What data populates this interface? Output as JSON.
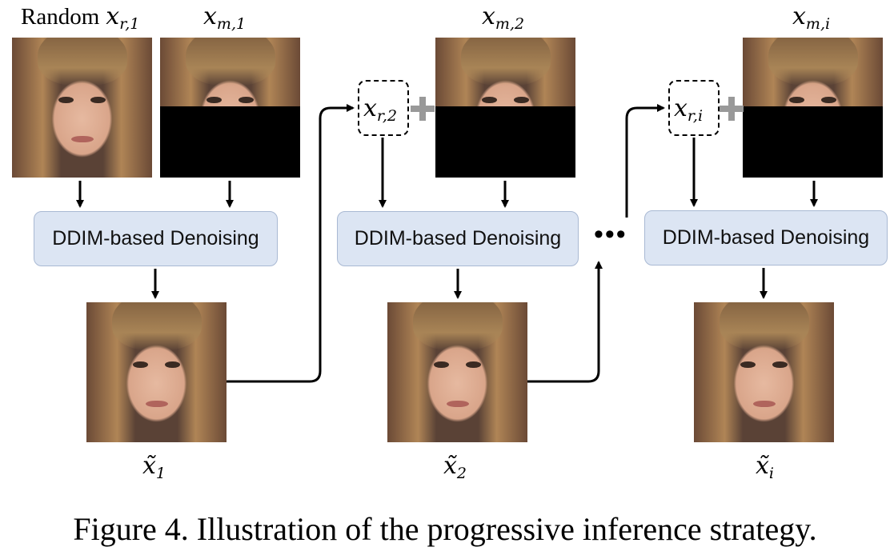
{
  "top_labels": {
    "random_prefix": "Random",
    "xr1": {
      "base": "x",
      "sub": "r,1"
    },
    "xm1": {
      "base": "x",
      "sub": "m,1"
    },
    "xm2": {
      "base": "x",
      "sub": "m,2"
    },
    "xmi": {
      "base": "x",
      "sub": "m,i"
    }
  },
  "dashed_boxes": {
    "xr2": {
      "base": "x",
      "sub": "r,2"
    },
    "xri": {
      "base": "x",
      "sub": "r,i"
    }
  },
  "denoiser_label": "DDIM-based Denoising",
  "outputs": [
    {
      "base": "x̃",
      "sub": "1"
    },
    {
      "base": "x̃",
      "sub": "2"
    },
    {
      "base": "x̃",
      "sub": "i"
    }
  ],
  "ellipsis": "•••",
  "caption": "Figure 4. Illustration of the progressive inference strategy."
}
